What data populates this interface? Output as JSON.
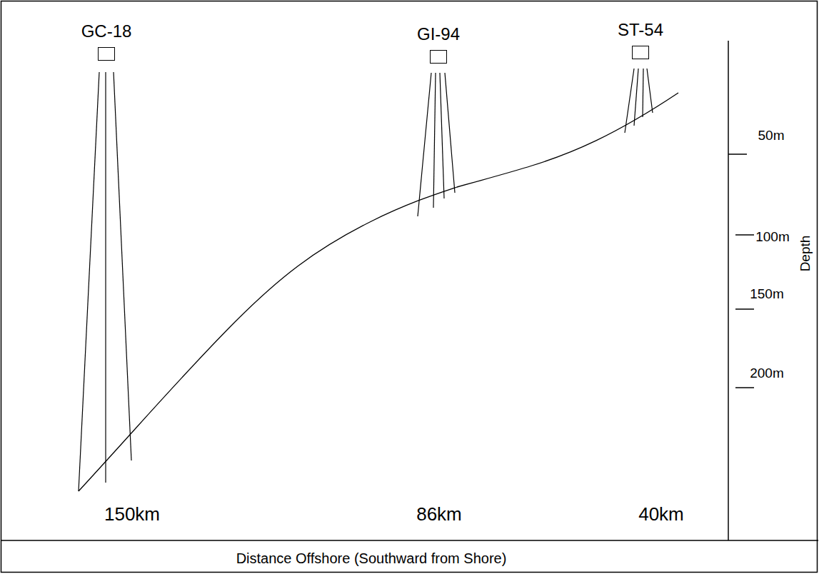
{
  "diagram": {
    "nodes": [
      {
        "text": [
          "GC-18"
        ]
      },
      {
        "text": [
          "GI-94"
        ]
      },
      {
        "text": [
          "ST-54"
        ]
      }
    ],
    "labels": [
      "150km",
      "86km",
      "40km",
      "50m",
      "100m",
      "150m",
      "200m",
      "Depth",
      "Distance Offshore (Southward from Shore)"
    ]
  }
}
